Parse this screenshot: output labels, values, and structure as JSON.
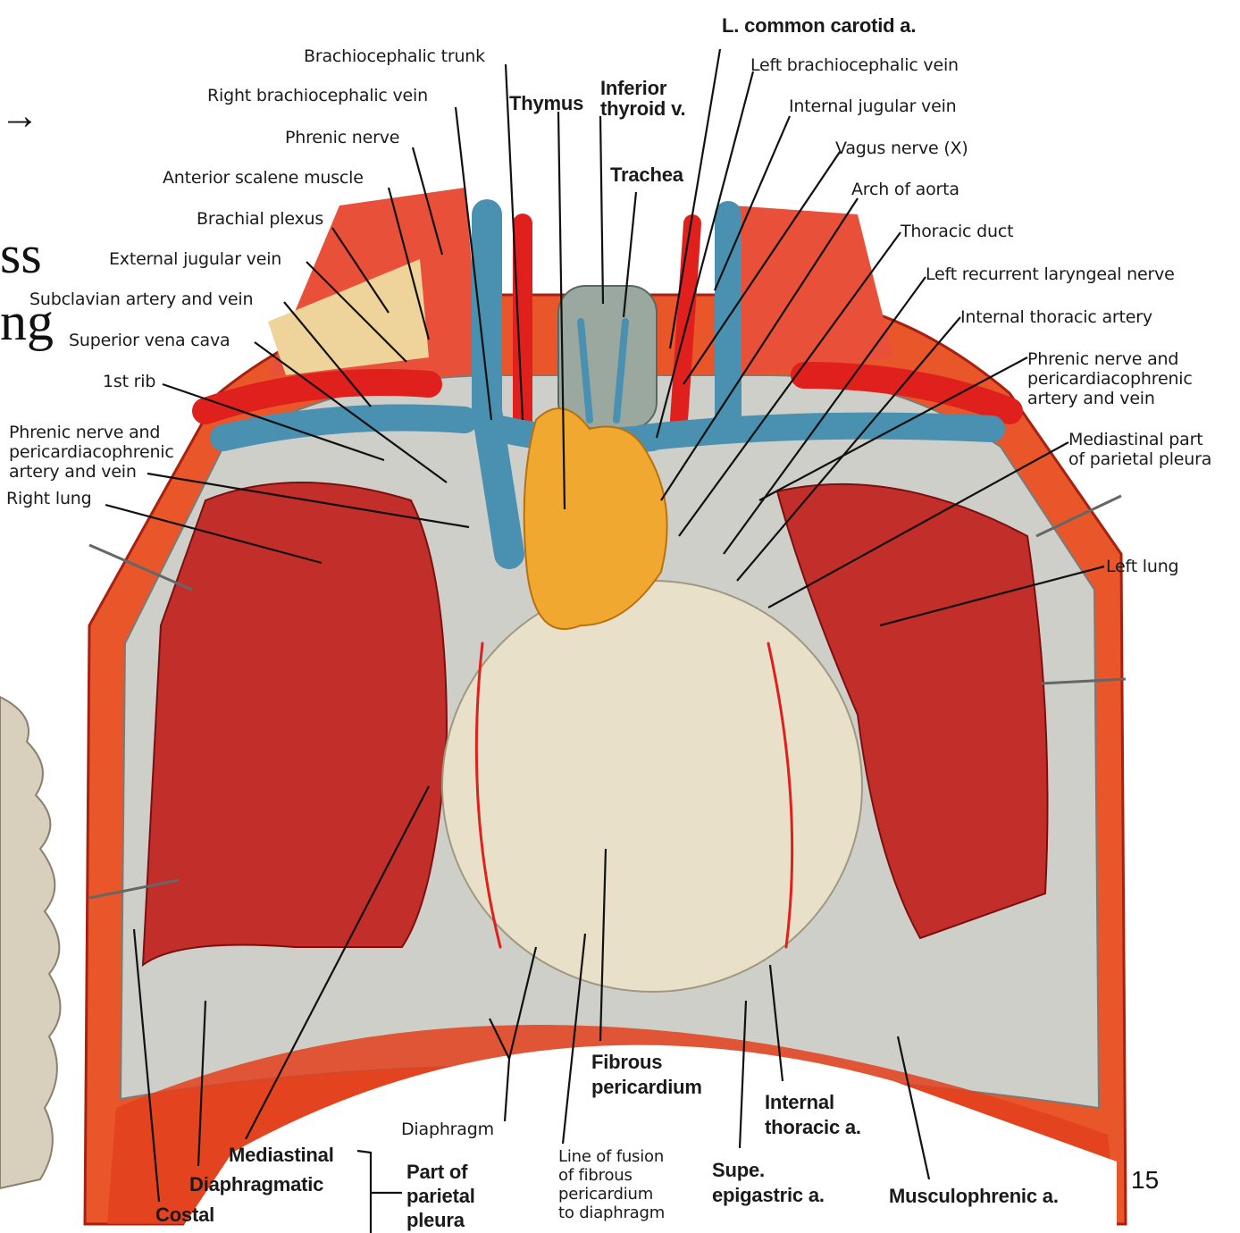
{
  "slide": {
    "partial_text_top": "→",
    "partial_text_1": "ss",
    "partial_text_2": "ng",
    "page_number": "15"
  },
  "labels": {
    "l_common_carotid": "L. common carotid a.",
    "brachiocephalic_trunk": "Brachiocephalic trunk",
    "left_brachiocephalic_vein": "Left brachiocephalic vein",
    "right_brachiocephalic_vein": "Right brachiocephalic vein",
    "thymus": "Thymus",
    "inferior_thyroid": "Inferior\nthyroid v.",
    "internal_jugular_vein": "Internal jugular vein",
    "phrenic_nerve": "Phrenic nerve",
    "vagus_nerve": "Vagus nerve (X)",
    "anterior_scalene": "Anterior scalene muscle",
    "trachea": "Trachea",
    "arch_of_aorta": "Arch of aorta",
    "brachial_plexus": "Brachial plexus",
    "thoracic_duct": "Thoracic duct",
    "external_jugular_vein": "External jugular vein",
    "left_recurrent_laryngeal": "Left recurrent laryngeal nerve",
    "subclavian": "Subclavian artery and vein",
    "internal_thoracic_artery": "Internal thoracic artery",
    "superior_vena_cava": "Superior vena cava",
    "first_rib": "1st rib",
    "phrenic_right_side": "Phrenic nerve and\npericardiacophrenic\nartery and vein",
    "phrenic_left_side": "Phrenic nerve and\npericardiacophrenic\nartery and vein",
    "mediastinal_part": "Mediastinal part\nof parietal pleura",
    "right_lung": "Right lung",
    "left_lung": "Left lung",
    "fibrous_pericardium": "Fibrous\npericardium",
    "internal_thoracic_a": "Internal\nthoracic a.",
    "diaphragm": "Diaphragm",
    "mediastinal": "Mediastinal",
    "diaphragmatic": "Diaphragmatic",
    "costal": "Costal",
    "part_of_parietal_pleura": "Part of\nparietal\npleura",
    "line_of_fusion": "Line of fusion\nof fibrous\npericardium\nto diaphragm",
    "supe_epigastric": "Supe.\nepigastric a.",
    "musculophrenic": "Musculophrenic a."
  },
  "colors": {
    "artery": "#e0201c",
    "vein": "#4a90b0",
    "lung": "#c2302c",
    "pericardium": "#e8e0c8",
    "thymus": "#f0a830",
    "muscle": "#e84a20"
  }
}
